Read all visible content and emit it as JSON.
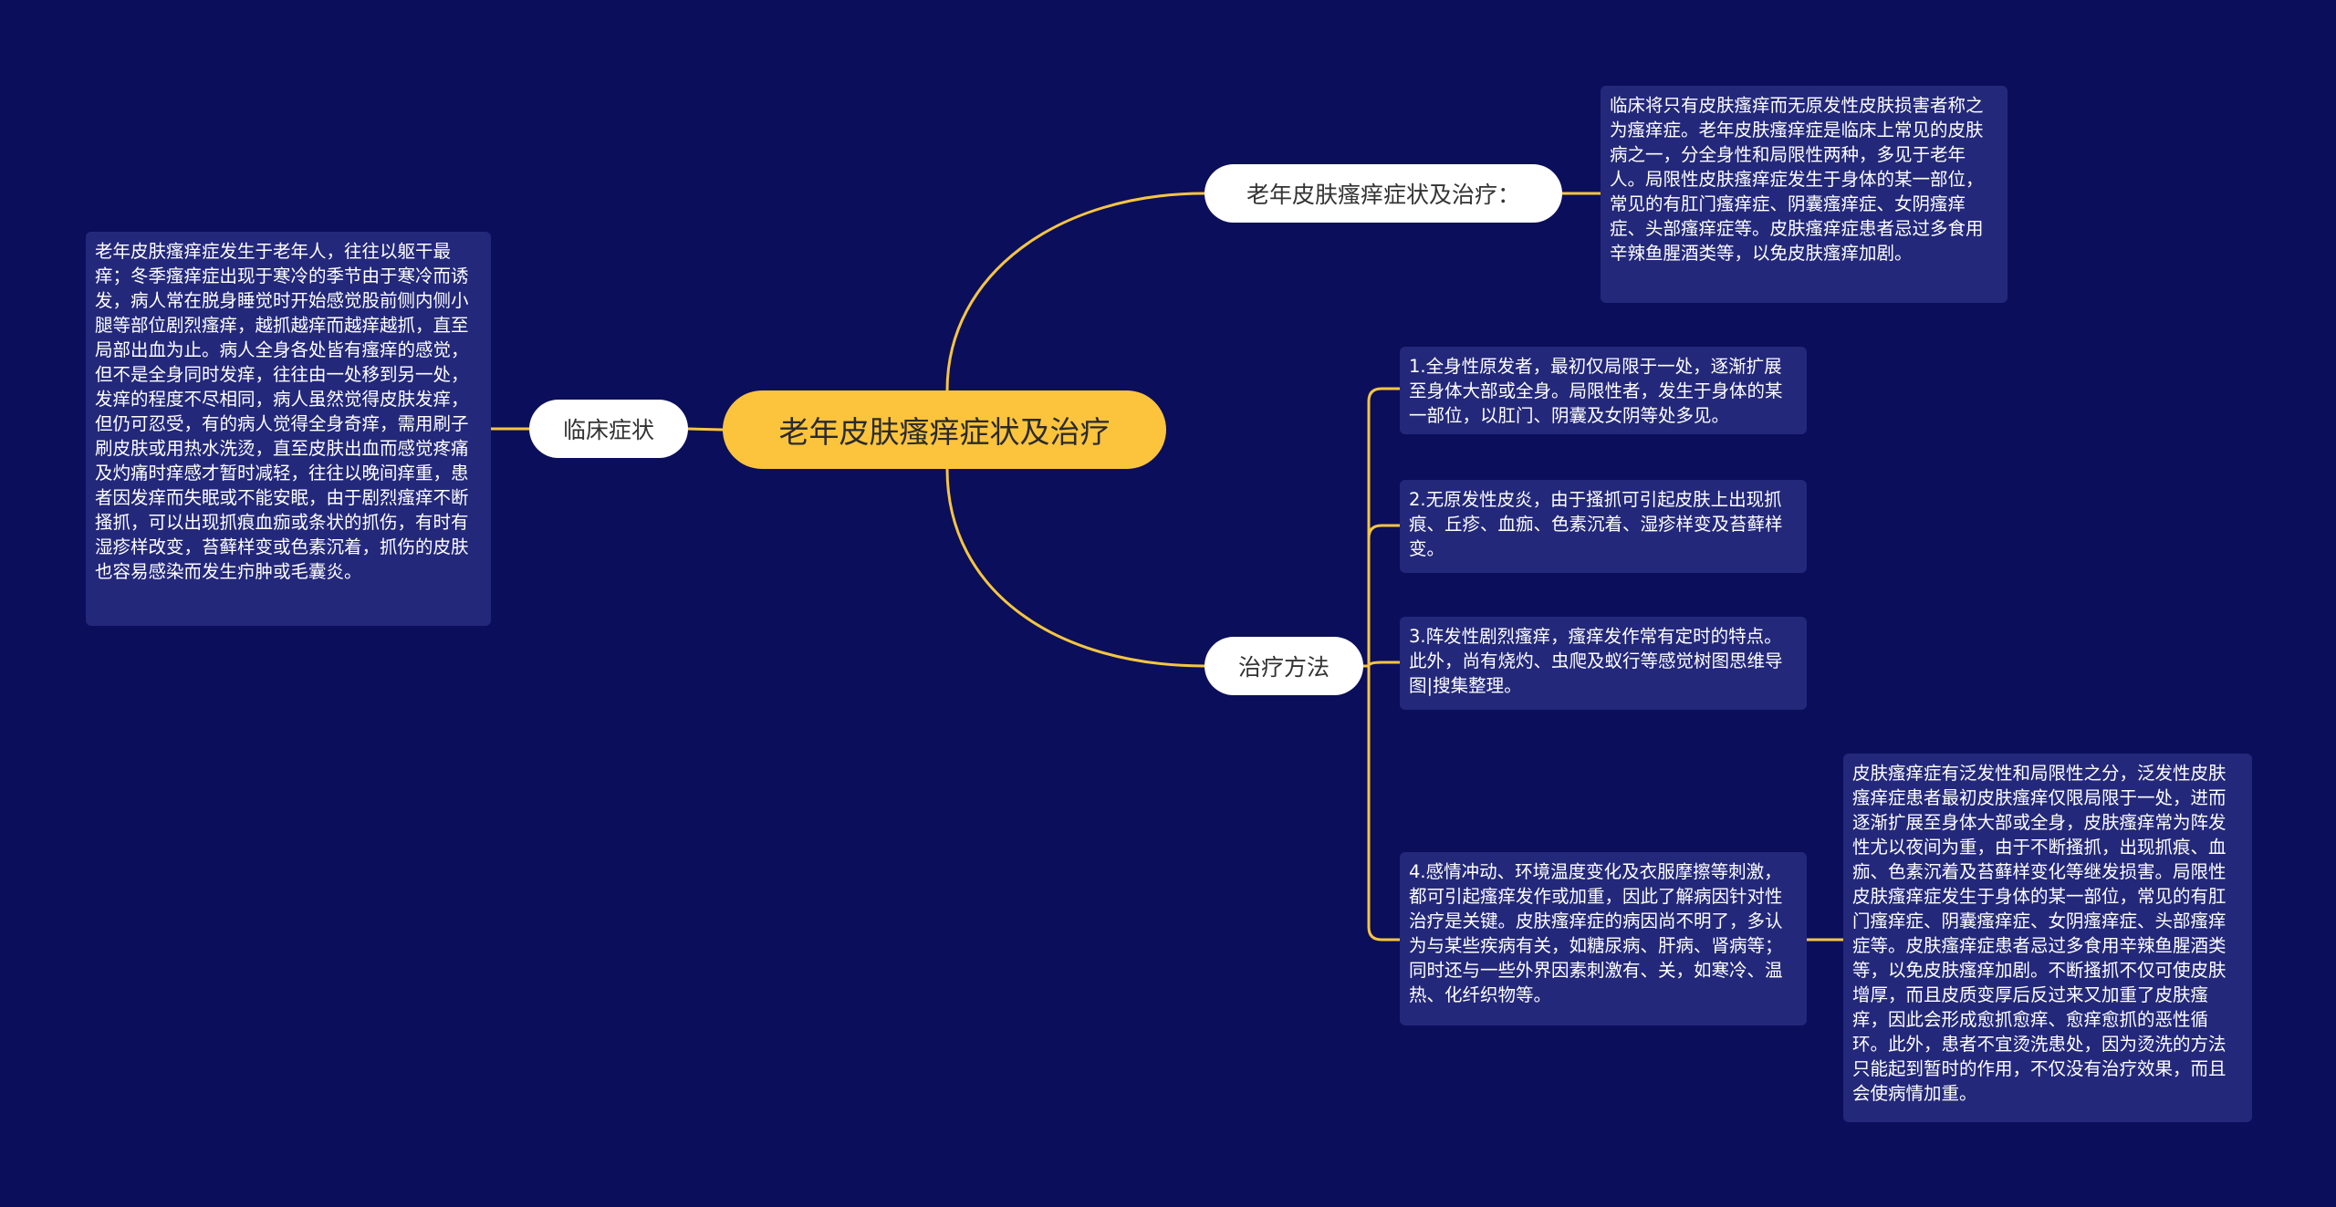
{
  "mindmap": {
    "center": {
      "label": "老年皮肤瘙痒症状及治疗"
    },
    "clinical": {
      "label": "临床症状",
      "detail": "老年皮肤瘙痒症发生于老年人，往往以躯干最痒；冬季瘙痒症出现于寒冷的季节由于寒冷而诱发，病人常在脱身睡觉时开始感觉股前侧内侧小腿等部位剧烈瘙痒，越抓越痒而越痒越抓，直至局部出血为止。病人全身各处皆有瘙痒的感觉，但不是全身同时发痒，往往由一处移到另一处，发痒的程度不尽相同，病人虽然觉得皮肤发痒，但仍可忍受，有的病人觉得全身奇痒，需用刷子刷皮肤或用热水洗烫，直至皮肤出血而感觉疼痛及灼痛时痒感才暂时减轻，往往以晚间痒重，患者因发痒而失眠或不能安眠，由于剧烈瘙痒不断搔抓，可以出现抓痕血痂或条状的抓伤，有时有湿疹样改变，苔藓样变或色素沉着，抓伤的皮肤也容易感染而发生疖肿或毛囊炎。"
    },
    "topic": {
      "label": "老年皮肤瘙痒症状及治疗：",
      "detail": "临床将只有皮肤瘙痒而无原发性皮肤损害者称之为瘙痒症。老年皮肤瘙痒症是临床上常见的皮肤病之一，分全身性和局限性两种，多见于老年人。局限性皮肤瘙痒症发生于身体的某一部位，常见的有肛门瘙痒症、阴囊瘙痒症、女阴瘙痒症、头部瘙痒症等。皮肤瘙痒症患者忌过多食用辛辣鱼腥酒类等，以免皮肤瘙痒加剧。"
    },
    "treatment": {
      "label": "治疗方法",
      "items": [
        {
          "text": "1.全身性原发者，最初仅局限于一处，逐渐扩展至身体大部或全身。局限性者，发生于身体的某一部位，以肛门、阴囊及女阴等处多见。"
        },
        {
          "text": "2.无原发性皮炎，由于搔抓可引起皮肤上出现抓痕、丘疹、血痂、色素沉着、湿疹样变及苔藓样变。"
        },
        {
          "text": "3.阵发性剧烈瘙痒，瘙痒发作常有定时的特点。此外，尚有烧灼、虫爬及蚁行等感觉树图思维导图|搜集整理。"
        },
        {
          "text": "4.感情冲动、环境温度变化及衣服摩擦等刺激，都可引起瘙痒发作或加重，因此了解病因针对性治疗是关键。皮肤瘙痒症的病因尚不明了，多认为与某些疾病有关，如糖尿病、肝病、肾病等；同时还与一些外界因素刺激有、关，如寒冷、温热、化纤织物等。",
          "detail": "皮肤瘙痒症有泛发性和局限性之分，泛发性皮肤瘙痒症患者最初皮肤瘙痒仅限局限于一处，进而逐渐扩展至身体大部或全身，皮肤瘙痒常为阵发性尤以夜间为重，由于不断搔抓，出现抓痕、血痂、色素沉着及苔藓样变化等继发损害。局限性皮肤瘙痒症发生于身体的某一部位，常见的有肛门瘙痒症、阴囊瘙痒症、女阴瘙痒症、头部瘙痒症等。皮肤瘙痒症患者忌过多食用辛辣鱼腥酒类等，以免皮肤瘙痒加剧。不断搔抓不仅可使皮肤增厚，而且皮质变厚后反过来又加重了皮肤瘙痒，因此会形成愈抓愈痒、愈痒愈抓的恶性循环。此外，患者不宜烫洗患处，因为烫洗的方法只能起到暂时的作用，不仅没有治疗效果，而且会使病情加重。"
        }
      ]
    }
  },
  "colors": {
    "background": "#0b0e5a",
    "center_fill": "#fcc43c",
    "connector": "#f5c542",
    "card_fill": "#23287a",
    "pill_fill": "#ffffff"
  }
}
